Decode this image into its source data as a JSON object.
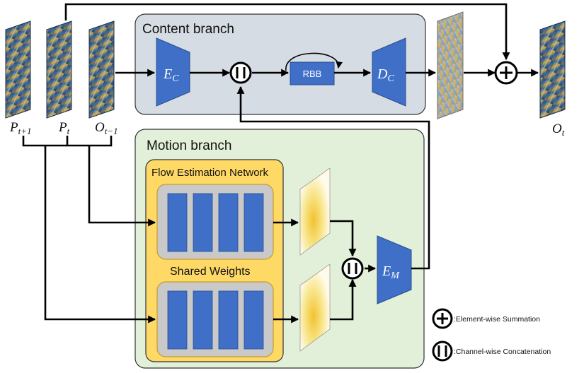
{
  "content_branch": {
    "title": "Content branch",
    "encoder": {
      "main": "E",
      "sub": "C"
    },
    "residual_block": "RBB",
    "decoder": {
      "main": "D",
      "sub": "C"
    }
  },
  "motion_branch": {
    "title": "Motion branch",
    "flow_network": "Flow Estimation Network",
    "shared_weights": "Shared Weights",
    "encoder": {
      "main": "E",
      "sub": "M"
    }
  },
  "inputs": [
    {
      "main": "P",
      "sub": "t+1"
    },
    {
      "main": "P",
      "sub": "t"
    },
    {
      "main": "O",
      "sub": "t−1"
    }
  ],
  "output": {
    "main": "O",
    "sub": "t"
  },
  "legend": {
    "sum": ":Element-wise Summation",
    "concat": ":Channel-wise Concatenation"
  },
  "colors": {
    "block_blue": "#3f6fc6",
    "content_bg": "#d6dce4",
    "motion_bg": "#e2efd9",
    "flow_bg": "#ffd966",
    "inner_bg": "#c9c9c9"
  }
}
